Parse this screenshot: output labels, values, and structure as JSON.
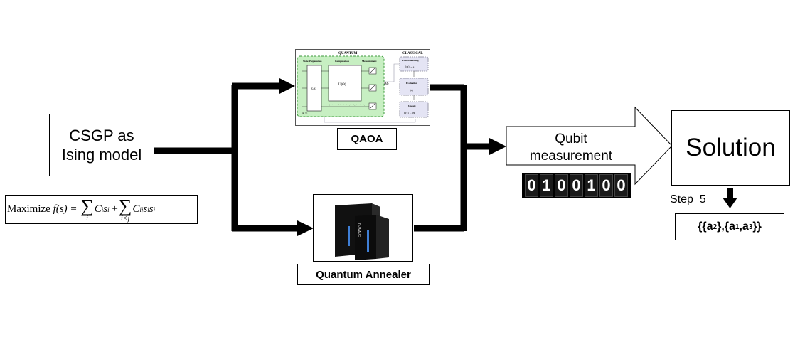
{
  "csgp": {
    "line1": "CSGP as",
    "line2": "Ising model"
  },
  "formula": {
    "maximize": "Maximize",
    "lhs": "f(s) =",
    "term1": "C",
    "term1_sub": "i",
    "term1_var": "s",
    "term1_var_sub": "i",
    "sum1_sub": "i",
    "plus": "+",
    "sum2_sub": "i<j",
    "term2": "C",
    "term2_sub": "ij",
    "term2_var1": "s",
    "term2_var1_sub": "i",
    "term2_var2": "s",
    "term2_var2_sub": "j"
  },
  "qaoa": {
    "label": "QAOA",
    "figure": {
      "quantum_title": "QUANTUM",
      "classical_title": "CLASSICAL",
      "state_prep": "State Preparation",
      "computation": "Computation",
      "measurement": "Measurement",
      "us": "Us",
      "u_theta": "U(Θ)",
      "search_note": "Quantum search iteration for optimal γ given circuit parameters Θ",
      "init_state": "Init |+⟩",
      "m_label": "⟨M⟩",
      "post_processing": "Post-Processing",
      "post_formula": "⟨M⟩ → e",
      "evaluation": "Evaluation",
      "eval_formula": "f(e)",
      "update": "Update",
      "update_formula": "Θt+1 ← Θt"
    }
  },
  "annealer": {
    "label": "Quantum Annealer",
    "brand": "D-WAVE"
  },
  "qubit": {
    "line1": "Qubit",
    "line2": "measurement",
    "bits": [
      "0",
      "1",
      "0",
      "0",
      "1",
      "0",
      "0"
    ]
  },
  "solution": {
    "label": "Solution"
  },
  "step": {
    "label": "Step  5"
  },
  "result": {
    "text": "{{a2},{a1,a3}}",
    "p1": "{{a",
    "s1": "2",
    "p2": "},{a",
    "s2": "1",
    "p3": ",a",
    "s3": "3",
    "p4": "}}"
  }
}
